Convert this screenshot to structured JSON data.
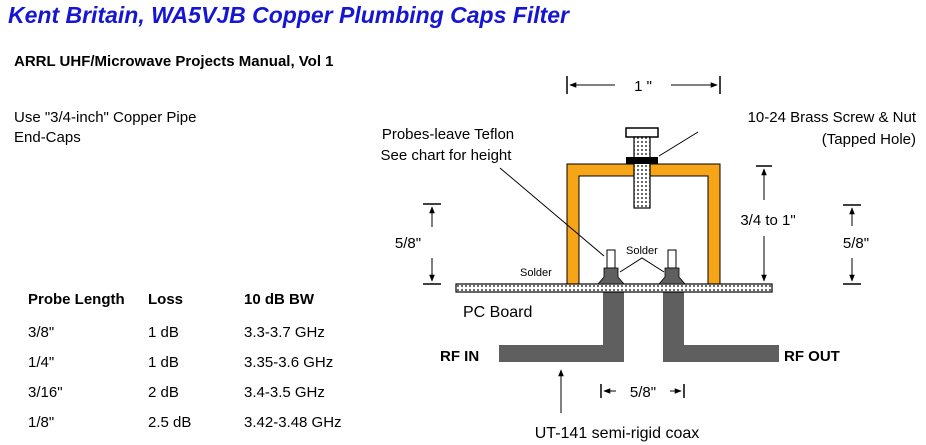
{
  "title": "Kent Britain, WA5VJB Copper Plumbing Caps Filter",
  "subtitle": "ARRL UHF/Microwave Projects Manual, Vol 1",
  "notes": {
    "line1": "Use \"3/4-inch\" Copper Pipe",
    "line2": "End-Caps"
  },
  "table": {
    "headers": [
      "Probe Length",
      "Loss",
      "10 dB BW"
    ],
    "rows": [
      [
        "3/8\"",
        "1 dB",
        "3.3-3.7 GHz"
      ],
      [
        "1/4\"",
        "1 dB",
        "3.35-3.6 GHz"
      ],
      [
        "3/16\"",
        "2 dB",
        "3.4-3.5 GHz"
      ],
      [
        "1/8\"",
        "2.5 dB",
        "3.42-3.48 GHz"
      ]
    ]
  },
  "diagram": {
    "width_label": "1 \"",
    "screw_label_1": "10-24 Brass Screw & Nut",
    "screw_label_2": "(Tapped Hole)",
    "probe_label_1": "Probes-leave Teflon",
    "probe_label_2": "See chart for height",
    "height_right_label": "3/4 to 1\"",
    "height_right_outer_label": "5/8\"",
    "height_left_label": "5/8\"",
    "solder_left": "Solder",
    "solder_center": "Solder",
    "board_label": "PC Board",
    "rf_in": "RF IN",
    "rf_out": "RF OUT",
    "spacing_label": "5/8\"",
    "coax_label": "UT-141 semi-rigid coax",
    "copper_color": "#f6a418",
    "coax_color": "#5f5f5f"
  }
}
